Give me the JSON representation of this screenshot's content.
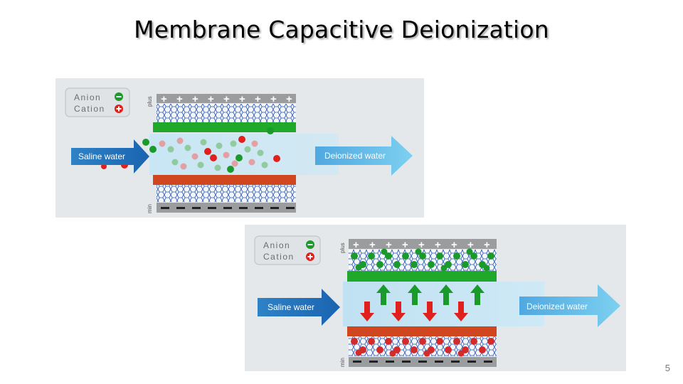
{
  "slide": {
    "title": "Membrane Capacitive Deionization",
    "page_number": "5"
  },
  "colors": {
    "anion": "#1a9a2a",
    "cation": "#e0201c",
    "inlet_arrow": "#1d6fba",
    "outlet_arrow": "#6cc3ea",
    "anion_membrane": "#1fa82a",
    "cation_membrane": "#d0461e",
    "carbon_mesh": "#2a56b8"
  },
  "figures": [
    {
      "state": "charging",
      "legend": {
        "anion": "Anion",
        "cation": "Cation"
      },
      "top_electrode": {
        "label": "plus",
        "sign": "+"
      },
      "bottom_electrode": {
        "label": "min",
        "sign": "−"
      },
      "inlet_label": "Saline water",
      "outlet_label": "Deionized water"
    },
    {
      "state": "ion-adsorption",
      "legend": {
        "anion": "Anion",
        "cation": "Cation"
      },
      "top_electrode": {
        "label": "plus",
        "sign": "+"
      },
      "bottom_electrode": {
        "label": "min",
        "sign": "−"
      },
      "inlet_label": "Saline water",
      "outlet_label": "Deionized water"
    }
  ]
}
